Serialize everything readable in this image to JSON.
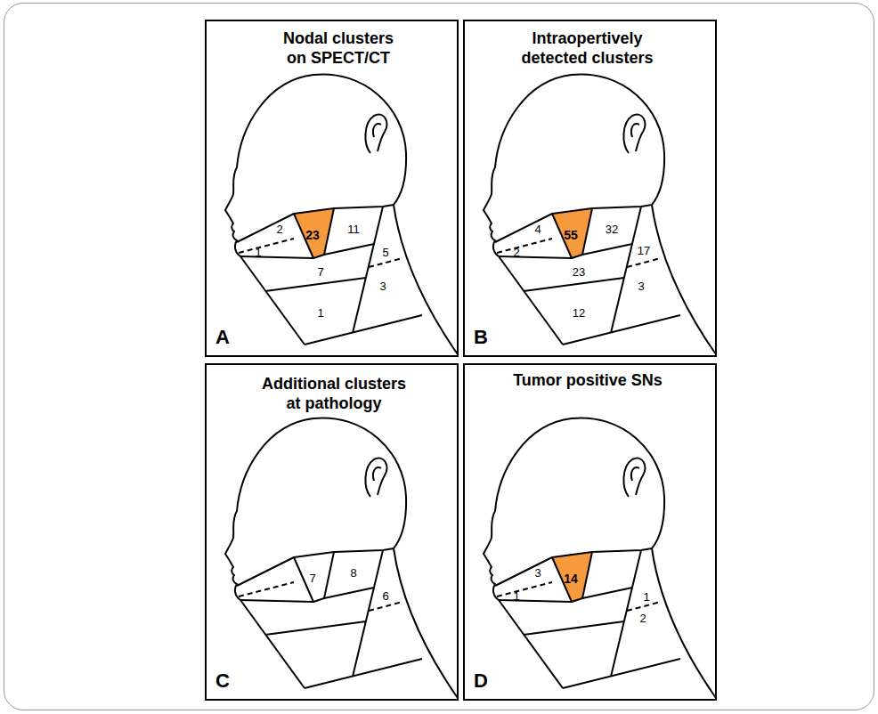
{
  "diagram": {
    "nodes": [
      {
        "text": [
          "Nodal clusters on SPECT/CT",
          "A"
        ]
      },
      {
        "text": [
          "Intraopertively detected clusters",
          "B"
        ]
      },
      {
        "text": [
          "Additional clusters at pathology",
          "C"
        ]
      },
      {
        "text": [
          "Tumor positive SNs",
          "D"
        ]
      }
    ],
    "labels": [
      "1",
      "2",
      "23",
      "11",
      "7",
      "5",
      "1",
      "3",
      "2",
      "4",
      "55",
      "32",
      "23",
      "17",
      "12",
      "3",
      "7",
      "8",
      "6",
      "1",
      "3",
      "14",
      "1",
      "2"
    ]
  }
}
